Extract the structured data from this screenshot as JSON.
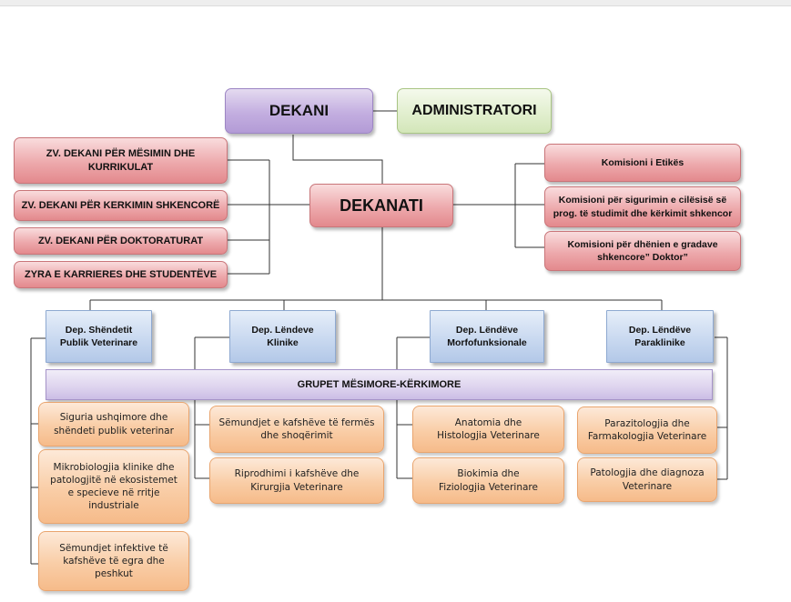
{
  "org_chart": {
    "dekani": "DEKANI",
    "administratori": "ADMINISTRATORI",
    "dekanati": "DEKANATI",
    "left_units": [
      "ZV. DEKANI PËR MËSIMIN DHE KURRIKULAT",
      "ZV. DEKANI PËR KERKIMIN SHKENCORË",
      "ZV. DEKANI PËR DOKTORATURAT",
      "ZYRA E KARRIERES DHE STUDENTËVE"
    ],
    "commissions": [
      "Komisioni i Etikës",
      "Komisioni për sigurimin e cilësisë së prog. të studimit dhe kërkimit shkencor",
      "Komisioni për dhënien e gradave shkencore” Doktor”"
    ],
    "departments": [
      "Dep. Shëndetit Publik Veterinare",
      "Dep. Lëndeve Klinike",
      "Dep. Lëndëve Morfofunksionale",
      "Dep. Lëndëve Paraklinike"
    ],
    "groups_title": "GRUPET MËSIMORE-KËRKIMORE",
    "groups": {
      "col1": [
        "Siguria ushqimore dhe shëndeti publik veterinar",
        "Mikrobiologjia klinike dhe patologjitë në ekosistemet e specieve në rritje industriale",
        "Sëmundjet infektive të kafshëve të egra dhe peshkut"
      ],
      "col2": [
        "Sëmundjet e kafshëve të fermës dhe shoqërimit",
        "Riprodhimi i kafshëve dhe Kirurgjia Veterinare"
      ],
      "col3": [
        "Anatomia dhe Histologjia Veterinare",
        "Biokimia dhe Fiziologjia Veterinare"
      ],
      "col4": [
        "Parazitologjia dhe Farmakologjia Veterinare",
        "Patologjia dhe diagnoza Veterinare"
      ]
    }
  },
  "colors": {
    "leader": "#c3aee0",
    "admin": "#e2efcf",
    "office": "#eda9ac",
    "department": "#c9d9f0",
    "group": "#f9cda6"
  }
}
